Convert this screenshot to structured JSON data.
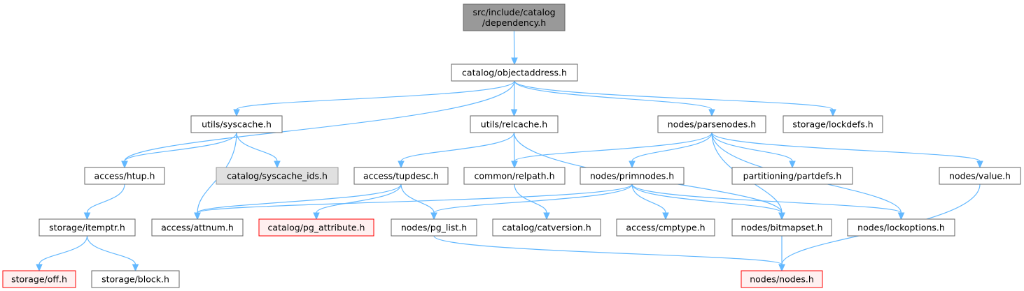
{
  "colors": {
    "root_fill": "#999999",
    "root_stroke": "#666666",
    "normal_fill": "#ffffff",
    "normal_stroke": "#666666",
    "gray_fill": "#e0e0e0",
    "gray_stroke": "#999999",
    "missing_fill": "#fff0f0",
    "missing_stroke": "#ff0000",
    "edge": "#63b8ff"
  },
  "nodes": [
    {
      "id": "dependency",
      "lines": [
        "src/include/catalog",
        "/dependency.h"
      ],
      "style": "root"
    },
    {
      "id": "objectaddress",
      "lines": [
        "catalog/objectaddress.h"
      ],
      "style": "normal"
    },
    {
      "id": "syscache",
      "lines": [
        "utils/syscache.h"
      ],
      "style": "normal"
    },
    {
      "id": "relcache",
      "lines": [
        "utils/relcache.h"
      ],
      "style": "normal"
    },
    {
      "id": "parsenodes",
      "lines": [
        "nodes/parsenodes.h"
      ],
      "style": "normal"
    },
    {
      "id": "lockdefs",
      "lines": [
        "storage/lockdefs.h"
      ],
      "style": "normal"
    },
    {
      "id": "htup",
      "lines": [
        "access/htup.h"
      ],
      "style": "normal"
    },
    {
      "id": "syscache_ids",
      "lines": [
        "catalog/syscache_ids.h"
      ],
      "style": "gray"
    },
    {
      "id": "tupdesc",
      "lines": [
        "access/tupdesc.h"
      ],
      "style": "normal"
    },
    {
      "id": "relpath",
      "lines": [
        "common/relpath.h"
      ],
      "style": "normal"
    },
    {
      "id": "primnodes",
      "lines": [
        "nodes/primnodes.h"
      ],
      "style": "normal"
    },
    {
      "id": "partdefs",
      "lines": [
        "partitioning/partdefs.h"
      ],
      "style": "normal"
    },
    {
      "id": "value",
      "lines": [
        "nodes/value.h"
      ],
      "style": "normal"
    },
    {
      "id": "itemptr",
      "lines": [
        "storage/itemptr.h"
      ],
      "style": "normal"
    },
    {
      "id": "attnum",
      "lines": [
        "access/attnum.h"
      ],
      "style": "normal"
    },
    {
      "id": "pg_attribute",
      "lines": [
        "catalog/pg_attribute.h"
      ],
      "style": "missing"
    },
    {
      "id": "pg_list",
      "lines": [
        "nodes/pg_list.h"
      ],
      "style": "normal"
    },
    {
      "id": "catversion",
      "lines": [
        "catalog/catversion.h"
      ],
      "style": "normal"
    },
    {
      "id": "cmptype",
      "lines": [
        "access/cmptype.h"
      ],
      "style": "normal"
    },
    {
      "id": "bitmapset",
      "lines": [
        "nodes/bitmapset.h"
      ],
      "style": "normal"
    },
    {
      "id": "lockoptions",
      "lines": [
        "nodes/lockoptions.h"
      ],
      "style": "normal"
    },
    {
      "id": "off",
      "lines": [
        "storage/off.h"
      ],
      "style": "missing"
    },
    {
      "id": "block",
      "lines": [
        "storage/block.h"
      ],
      "style": "normal"
    },
    {
      "id": "nodes",
      "lines": [
        "nodes/nodes.h"
      ],
      "style": "missing"
    }
  ],
  "edges": [
    [
      "dependency",
      "objectaddress"
    ],
    [
      "objectaddress",
      "htup"
    ],
    [
      "objectaddress",
      "syscache"
    ],
    [
      "objectaddress",
      "relcache"
    ],
    [
      "objectaddress",
      "parsenodes"
    ],
    [
      "objectaddress",
      "lockdefs"
    ],
    [
      "syscache",
      "htup"
    ],
    [
      "syscache",
      "attnum"
    ],
    [
      "syscache",
      "syscache_ids"
    ],
    [
      "relcache",
      "tupdesc"
    ],
    [
      "relcache",
      "relpath"
    ],
    [
      "relcache",
      "bitmapset"
    ],
    [
      "parsenodes",
      "relpath"
    ],
    [
      "parsenodes",
      "primnodes"
    ],
    [
      "parsenodes",
      "partdefs"
    ],
    [
      "parsenodes",
      "value"
    ],
    [
      "parsenodes",
      "bitmapset"
    ],
    [
      "parsenodes",
      "lockoptions"
    ],
    [
      "htup",
      "itemptr"
    ],
    [
      "tupdesc",
      "attnum"
    ],
    [
      "tupdesc",
      "pg_attribute"
    ],
    [
      "tupdesc",
      "pg_list"
    ],
    [
      "relpath",
      "catversion"
    ],
    [
      "primnodes",
      "attnum"
    ],
    [
      "primnodes",
      "pg_list"
    ],
    [
      "primnodes",
      "cmptype"
    ],
    [
      "primnodes",
      "bitmapset"
    ],
    [
      "primnodes",
      "lockoptions"
    ],
    [
      "value",
      "nodes"
    ],
    [
      "itemptr",
      "off"
    ],
    [
      "itemptr",
      "block"
    ],
    [
      "pg_list",
      "nodes"
    ],
    [
      "bitmapset",
      "nodes"
    ]
  ]
}
